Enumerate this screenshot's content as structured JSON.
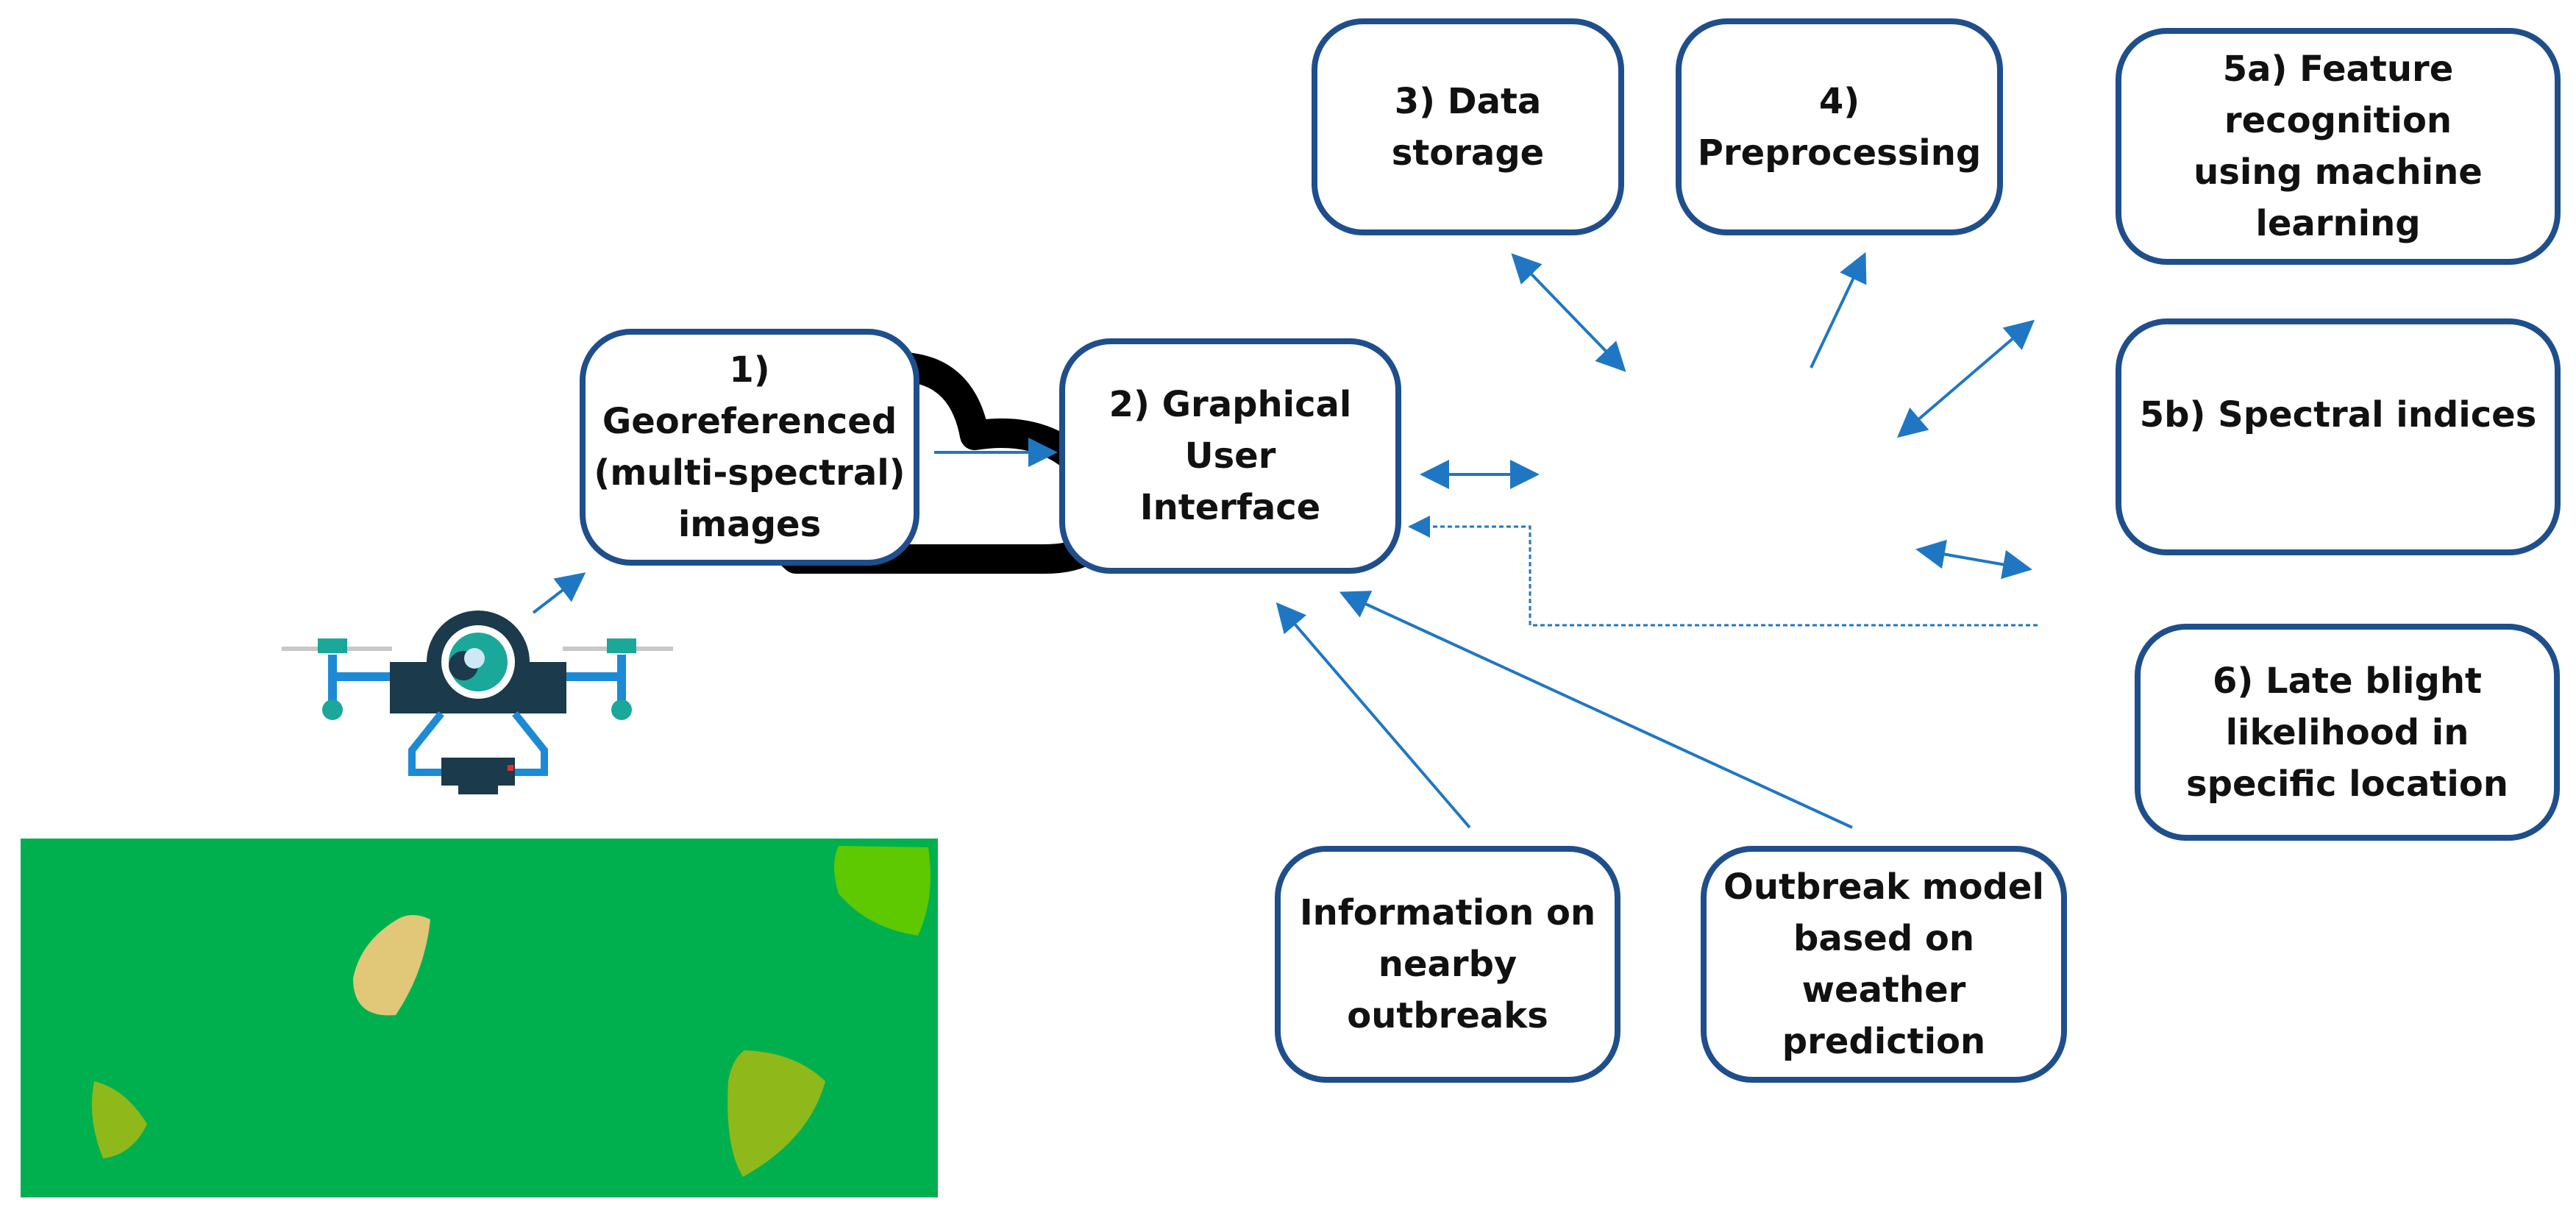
{
  "boxes": {
    "georeferenced": "1) Georeferenced\n(multi-spectral)\nimages",
    "gui": "2) Graphical User\nInterface",
    "data_storage": "3) Data storage",
    "preprocessing": "4) Preprocessing",
    "feature_recognition": "5a) Feature recognition\nusing machine\nlearning",
    "spectral_indices": "5b) Spectral indices",
    "late_blight": "6) Late blight\nlikelihood in\nspecific location",
    "nearby_outbreaks": "Information on\nnearby outbreaks",
    "outbreak_model": "Outbreak model\nbased on weather\nprediction"
  },
  "icons": [
    "drone-icon",
    "cloud-icon",
    "crop-field-image"
  ],
  "colors": {
    "box_border": "#1f4e8c",
    "arrow": "#1f77c4",
    "field_green": "#00b04f",
    "patch_tan": "#e0c878",
    "patch_olive": "#8fb81a",
    "patch_lime": "#5ec800",
    "drone_dark": "#1b3a4b",
    "drone_teal": "#1aa89a",
    "drone_blue": "#1d8ad6"
  }
}
